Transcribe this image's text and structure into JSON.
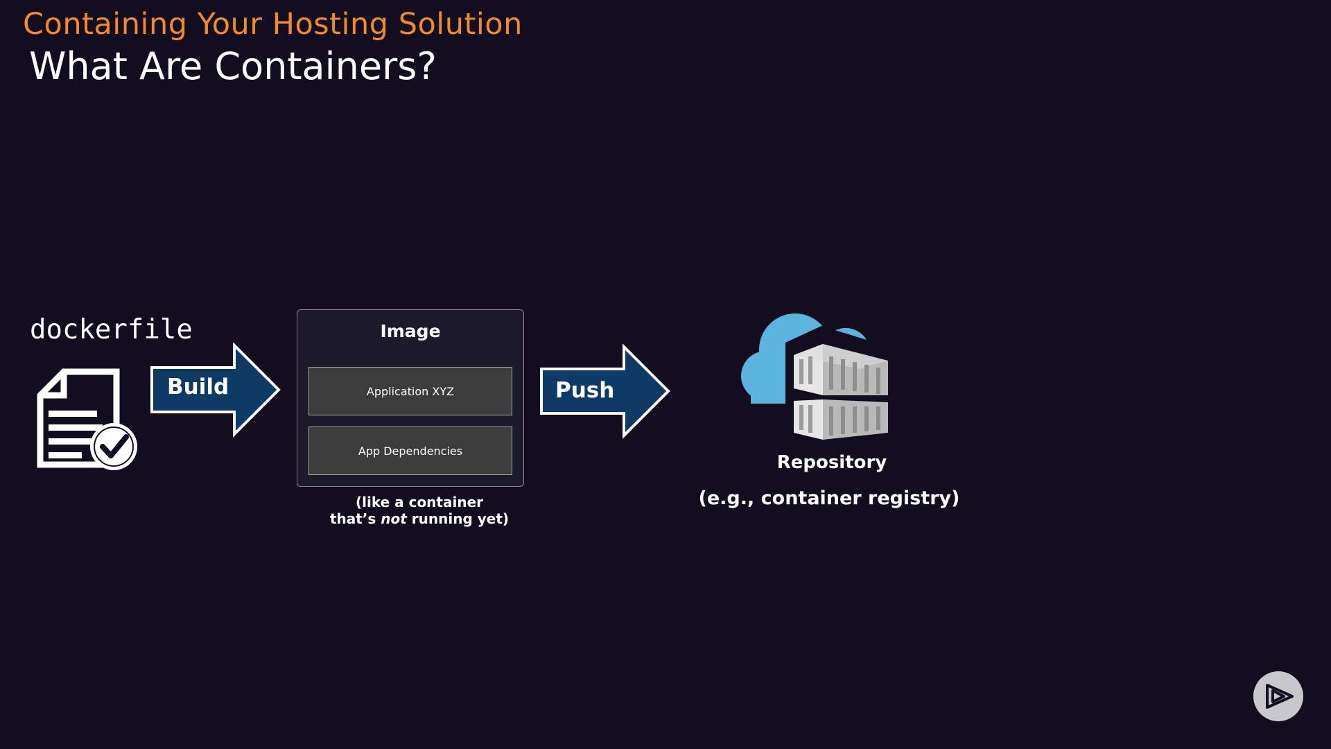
{
  "header": {
    "course_title": "Containing Your Hosting Solution",
    "slide_title": "What Are Containers?"
  },
  "diagram": {
    "source_label": "dockerfile",
    "build_arrow_label": "Build",
    "image_box": {
      "title": "Image",
      "layers": [
        "Application XYZ",
        "App Dependencies"
      ],
      "caption_line1": "(like a container",
      "caption_line2_before": "that’s ",
      "caption_line2_emphasis": "not",
      "caption_line2_after": " running yet)"
    },
    "push_arrow_label": "Push",
    "repository": {
      "title": "Repository",
      "subtitle": "(e.g., container registry)"
    }
  },
  "icons": {
    "document": "document-check-icon",
    "repository": "cloud-containers-icon",
    "brand": "play-logo-icon"
  },
  "colors": {
    "background": "#120e1f",
    "course_title": "#f08a2c",
    "arrow_fill": "#0e3a66",
    "cloud": "#5ab4dc",
    "layer_fill": "#3c3c3c"
  }
}
